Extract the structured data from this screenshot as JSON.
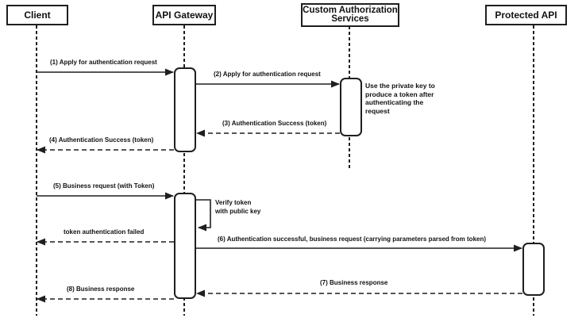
{
  "diagram": {
    "type": "uml-sequence-diagram",
    "colors": {
      "line": "#1f1f1f",
      "background": "#ffffff",
      "shape_fill": "#ffffff"
    },
    "actors": [
      {
        "name": "Client"
      },
      {
        "name": "API Gateway"
      },
      {
        "name": "Custom Authorization\nServices"
      },
      {
        "name": "Protected API"
      }
    ],
    "messages": [
      {
        "label": "(1) Apply for authentication request",
        "from": "Client",
        "to": "API Gateway",
        "style": "solid"
      },
      {
        "label": "(2) Apply for authentication request",
        "from": "API Gateway",
        "to": "Custom Authorization Services",
        "style": "solid"
      },
      {
        "label": "(3) Authentication Success (token)",
        "from": "Custom Authorization Services",
        "to": "API Gateway",
        "style": "dashed"
      },
      {
        "label": "(4) Authentication Success (token)",
        "from": "API Gateway",
        "to": "Client",
        "style": "dashed"
      },
      {
        "label": "(5) Business request (with Token)",
        "from": "Client",
        "to": "API Gateway",
        "style": "solid"
      },
      {
        "label": "Verify token\nwith public key",
        "from": "API Gateway",
        "to": "API Gateway",
        "style": "self"
      },
      {
        "label": "token authentication failed",
        "from": "API Gateway",
        "to": "Client",
        "style": "dashed"
      },
      {
        "label": "(6) Authentication successful, business request (carrying parameters parsed from token)",
        "from": "API Gateway",
        "to": "Protected API",
        "style": "solid"
      },
      {
        "label": "(7) Business response",
        "from": "Protected API",
        "to": "API Gateway",
        "style": "dashed"
      },
      {
        "label": "(8) Business response",
        "from": "API Gateway",
        "to": "Client",
        "style": "dashed"
      }
    ],
    "notes": [
      {
        "attached_to": "Custom Authorization Services",
        "text": "Use the private key to produce a token after authenticating the request"
      }
    ]
  }
}
